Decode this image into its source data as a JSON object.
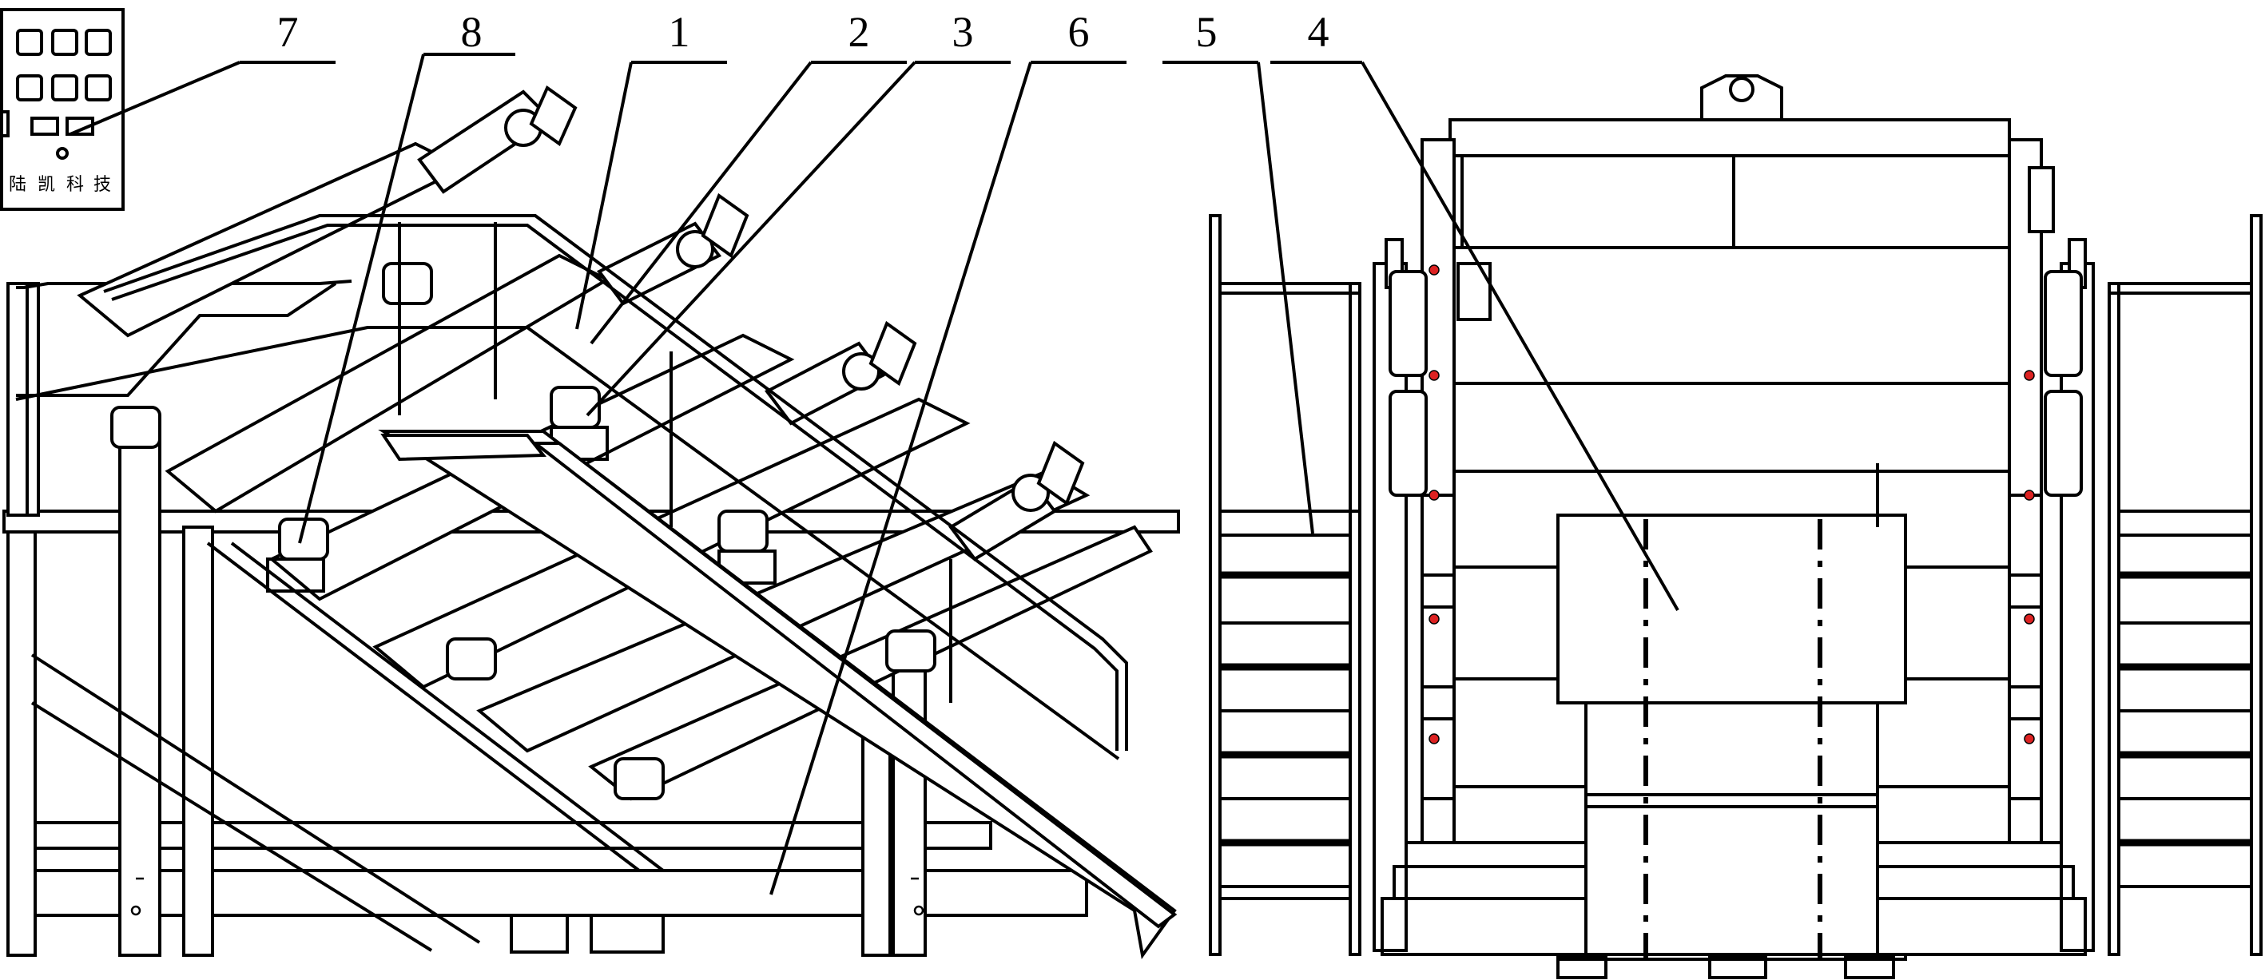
{
  "figure": {
    "callouts": [
      {
        "id": "c7",
        "label": "7"
      },
      {
        "id": "c8",
        "label": "8"
      },
      {
        "id": "c1",
        "label": "1"
      },
      {
        "id": "c2",
        "label": "2"
      },
      {
        "id": "c3",
        "label": "3"
      },
      {
        "id": "c6",
        "label": "6"
      },
      {
        "id": "c5",
        "label": "5"
      },
      {
        "id": "c4",
        "label": "4"
      }
    ],
    "control_panel": {
      "brand_text": [
        "陆",
        "凯",
        "科",
        "技"
      ]
    },
    "colors": {
      "line": "#000000",
      "background": "#ffffff",
      "valve_marker": "#d22222"
    }
  }
}
